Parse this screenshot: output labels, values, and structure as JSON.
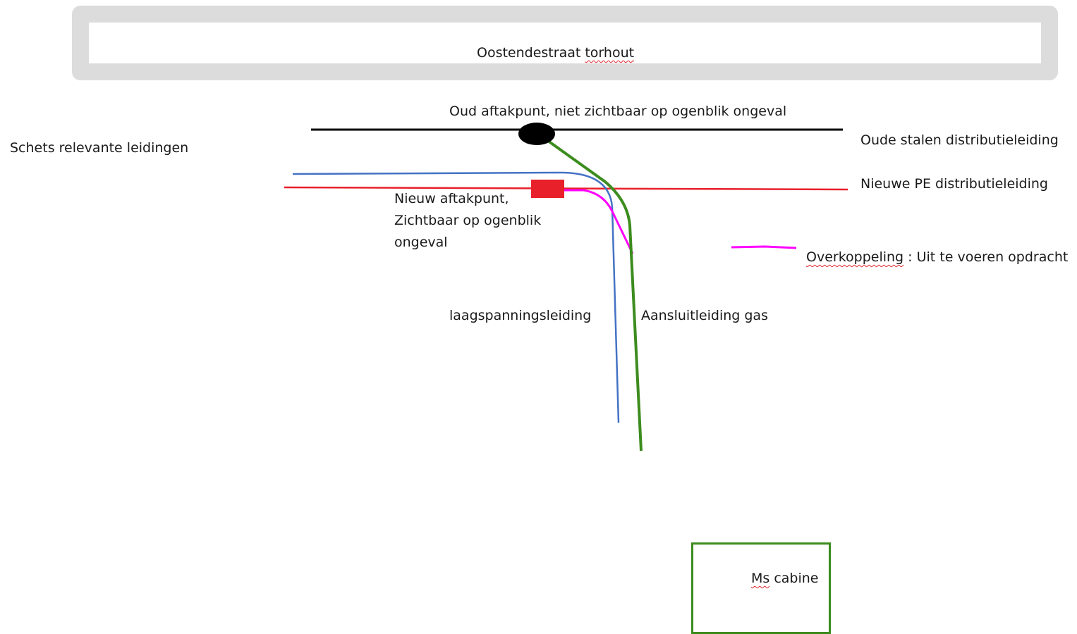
{
  "street": {
    "name_plain": "Oostendestraat ",
    "name_flagged": "torhout"
  },
  "title": "Schets relevante leidingen",
  "old_tap": {
    "label": "Oud aftakpunt, niet zichtbaar op ogenblik ongeval"
  },
  "new_tap": {
    "line1": "Nieuw aftakpunt,",
    "line2": "Zichtbaar op ogenblik",
    "line3": "ongeval"
  },
  "legend": {
    "steel_main": "Oude stalen distributieleiding",
    "pe_main": "Nieuwe PE distributieleiding",
    "transfer_flagged": "Overkoppeling",
    "transfer_rest": " : Uit te voeren opdracht"
  },
  "lines": {
    "low_voltage": "laagspanningsleiding",
    "gas_service": "Aansluitleiding gas"
  },
  "cabin": {
    "flagged": "Ms",
    "rest": " cabine"
  },
  "colors": {
    "steel_main": "#000000",
    "pe_main": "#e8202a",
    "low_voltage": "#4472c4",
    "gas_service": "#3c8c1e",
    "transfer": "#ff00ff",
    "street_frame": "#dcdcdc",
    "new_tap_marker": "#e8202a",
    "old_tap_marker": "#000000"
  }
}
